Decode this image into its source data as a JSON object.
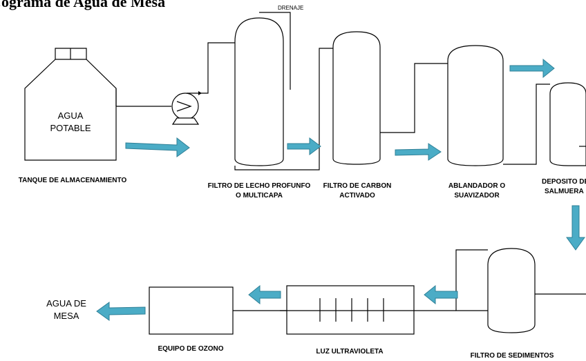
{
  "title": "…ograma de Agua de Mesa",
  "labels": {
    "drenaje": "DRENAJE",
    "agua_potable_1": "AGUA",
    "agua_potable_2": "POTABLE",
    "tanque": "TANQUE DE ALMACENAMIENTO",
    "filtro_lecho_1": "FILTRO DE LECHO PROFUNFO",
    "filtro_lecho_2": "O MULTICAPA",
    "filtro_carbon_1": "FILTRO DE CARBON",
    "filtro_carbon_2": "ACTIVADO",
    "ablandador_1": "ABLANDADOR O",
    "ablandador_2": "SUAVIZADOR",
    "deposito_1": "DEPOSITO DE",
    "deposito_2": "SALMUERA",
    "filtro_sedimentos": "FILTRO DE SEDIMENTOS",
    "luz_uv": "LUZ ULTRAVIOLETA",
    "ozono": "EQUIPO DE OZONO",
    "agua_mesa_1": "AGUA DE",
    "agua_mesa_2": "MESA"
  },
  "colors": {
    "arrow_fill": "#4bacc6",
    "arrow_stroke": "#2e7f96",
    "line": "#000000"
  }
}
